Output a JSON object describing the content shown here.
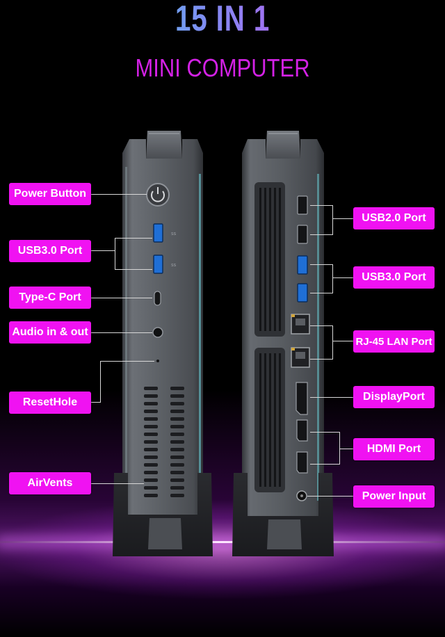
{
  "header": {
    "title": "15 IN 1",
    "subtitle": "MINI COMPUTER"
  },
  "left_labels": {
    "power_button": "Power Button",
    "usb3_port": "USB3.0 Port",
    "type_c_port": "Type-C Port",
    "audio": "Audio in & out",
    "reset_hole": "ResetHole",
    "air_vents": "AirVents"
  },
  "right_labels": {
    "usb2_port": "USB2.0 Port",
    "usb3_port": "USB3.0 Port",
    "rj45_port": "RJ-45 LAN Port",
    "displayport": "DisplayPort",
    "hdmi_port": "HDMI Port",
    "power_input": "Power Input"
  },
  "colors": {
    "label_bg": "#f012f2",
    "title_gradient_start": "#37e5e9",
    "title_gradient_end": "#e23cf0",
    "subtitle": "#d321e5",
    "usb3_blue": "#1f6fd6"
  }
}
